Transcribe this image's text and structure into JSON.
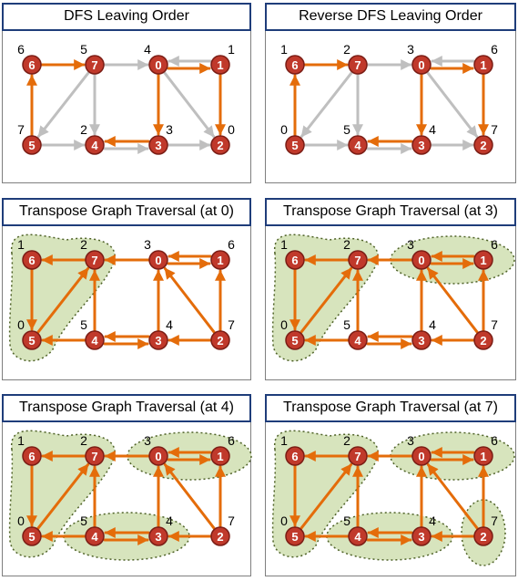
{
  "colors": {
    "node_fill": "#c0392b",
    "node_stroke": "#7b1d15",
    "node_text": "#ffffff",
    "tree_edge": "#e46c0a",
    "non_tree_edge": "#bfbfbf",
    "scc_fill": "#d7e4bd",
    "scc_stroke": "#4f6228",
    "title_border": "#1f3d7a",
    "panel_border": "#7f7f7f"
  },
  "panels": [
    {
      "title": "DFS Leaving Order",
      "nodes": [
        {
          "id": "6",
          "label": "6",
          "order": "6"
        },
        {
          "id": "7",
          "label": "7",
          "order": "5"
        },
        {
          "id": "0",
          "label": "0",
          "order": "4"
        },
        {
          "id": "1",
          "label": "1",
          "order": "1"
        },
        {
          "id": "5",
          "label": "5",
          "order": "7"
        },
        {
          "id": "4",
          "label": "4",
          "order": "2"
        },
        {
          "id": "3",
          "label": "3",
          "order": "3"
        },
        {
          "id": "2",
          "label": "2",
          "order": "0"
        }
      ],
      "edges": [
        {
          "from": "6",
          "to": "7",
          "kind": "tree"
        },
        {
          "from": "0",
          "to": "1",
          "kind": "tree"
        },
        {
          "from": "1",
          "to": "2",
          "kind": "tree"
        },
        {
          "from": "0",
          "to": "3",
          "kind": "tree"
        },
        {
          "from": "3",
          "to": "4",
          "kind": "tree"
        },
        {
          "from": "5",
          "to": "6",
          "kind": "tree"
        },
        {
          "from": "7",
          "to": "0",
          "kind": "other"
        },
        {
          "from": "1",
          "to": "0",
          "kind": "other"
        },
        {
          "from": "7",
          "to": "5",
          "kind": "other"
        },
        {
          "from": "7",
          "to": "4",
          "kind": "other"
        },
        {
          "from": "5",
          "to": "4",
          "kind": "other"
        },
        {
          "from": "4",
          "to": "3",
          "kind": "other"
        },
        {
          "from": "3",
          "to": "2",
          "kind": "other"
        },
        {
          "from": "0",
          "to": "2",
          "kind": "other"
        }
      ],
      "sccs": []
    },
    {
      "title": "Reverse DFS Leaving Order",
      "nodes": [
        {
          "id": "6",
          "label": "6",
          "order": "1"
        },
        {
          "id": "7",
          "label": "7",
          "order": "2"
        },
        {
          "id": "0",
          "label": "0",
          "order": "3"
        },
        {
          "id": "1",
          "label": "1",
          "order": "6"
        },
        {
          "id": "5",
          "label": "5",
          "order": "0"
        },
        {
          "id": "4",
          "label": "4",
          "order": "5"
        },
        {
          "id": "3",
          "label": "3",
          "order": "4"
        },
        {
          "id": "2",
          "label": "2",
          "order": "7"
        }
      ],
      "edges": [
        {
          "from": "6",
          "to": "7",
          "kind": "tree"
        },
        {
          "from": "0",
          "to": "1",
          "kind": "tree"
        },
        {
          "from": "1",
          "to": "2",
          "kind": "tree"
        },
        {
          "from": "0",
          "to": "3",
          "kind": "tree"
        },
        {
          "from": "3",
          "to": "4",
          "kind": "tree"
        },
        {
          "from": "5",
          "to": "6",
          "kind": "tree"
        },
        {
          "from": "7",
          "to": "0",
          "kind": "other"
        },
        {
          "from": "1",
          "to": "0",
          "kind": "other"
        },
        {
          "from": "7",
          "to": "5",
          "kind": "other"
        },
        {
          "from": "7",
          "to": "4",
          "kind": "other"
        },
        {
          "from": "5",
          "to": "4",
          "kind": "other"
        },
        {
          "from": "4",
          "to": "3",
          "kind": "other"
        },
        {
          "from": "3",
          "to": "2",
          "kind": "other"
        },
        {
          "from": "0",
          "to": "2",
          "kind": "other"
        }
      ],
      "sccs": []
    },
    {
      "title": "Transpose Graph Traversal (at 0)",
      "nodes": [
        {
          "id": "6",
          "label": "6",
          "order": "1"
        },
        {
          "id": "7",
          "label": "7",
          "order": "2"
        },
        {
          "id": "0",
          "label": "0",
          "order": "3"
        },
        {
          "id": "1",
          "label": "1",
          "order": "6"
        },
        {
          "id": "5",
          "label": "5",
          "order": "0"
        },
        {
          "id": "4",
          "label": "4",
          "order": "5"
        },
        {
          "id": "3",
          "label": "3",
          "order": "4"
        },
        {
          "id": "2",
          "label": "2",
          "order": "7"
        }
      ],
      "edges": [
        {
          "from": "7",
          "to": "6",
          "kind": "tree"
        },
        {
          "from": "1",
          "to": "0",
          "kind": "tree"
        },
        {
          "from": "2",
          "to": "1",
          "kind": "tree"
        },
        {
          "from": "3",
          "to": "0",
          "kind": "tree"
        },
        {
          "from": "4",
          "to": "3",
          "kind": "tree"
        },
        {
          "from": "6",
          "to": "5",
          "kind": "tree"
        },
        {
          "from": "0",
          "to": "7",
          "kind": "tree"
        },
        {
          "from": "0",
          "to": "1",
          "kind": "tree"
        },
        {
          "from": "5",
          "to": "7",
          "kind": "tree"
        },
        {
          "from": "4",
          "to": "7",
          "kind": "tree"
        },
        {
          "from": "4",
          "to": "5",
          "kind": "tree"
        },
        {
          "from": "3",
          "to": "4",
          "kind": "tree"
        },
        {
          "from": "2",
          "to": "3",
          "kind": "tree"
        },
        {
          "from": "2",
          "to": "0",
          "kind": "tree"
        }
      ],
      "sccs": [
        [
          "6",
          "7",
          "5"
        ]
      ]
    },
    {
      "title": "Transpose Graph Traversal (at 3)",
      "nodes": [
        {
          "id": "6",
          "label": "6",
          "order": "1"
        },
        {
          "id": "7",
          "label": "7",
          "order": "2"
        },
        {
          "id": "0",
          "label": "0",
          "order": "3"
        },
        {
          "id": "1",
          "label": "1",
          "order": "6"
        },
        {
          "id": "5",
          "label": "5",
          "order": "0"
        },
        {
          "id": "4",
          "label": "4",
          "order": "5"
        },
        {
          "id": "3",
          "label": "3",
          "order": "4"
        },
        {
          "id": "2",
          "label": "2",
          "order": "7"
        }
      ],
      "edges": [
        {
          "from": "7",
          "to": "6",
          "kind": "tree"
        },
        {
          "from": "1",
          "to": "0",
          "kind": "tree"
        },
        {
          "from": "2",
          "to": "1",
          "kind": "tree"
        },
        {
          "from": "3",
          "to": "0",
          "kind": "tree"
        },
        {
          "from": "4",
          "to": "3",
          "kind": "tree"
        },
        {
          "from": "6",
          "to": "5",
          "kind": "tree"
        },
        {
          "from": "0",
          "to": "7",
          "kind": "tree"
        },
        {
          "from": "0",
          "to": "1",
          "kind": "tree"
        },
        {
          "from": "5",
          "to": "7",
          "kind": "tree"
        },
        {
          "from": "4",
          "to": "7",
          "kind": "tree"
        },
        {
          "from": "4",
          "to": "5",
          "kind": "tree"
        },
        {
          "from": "3",
          "to": "4",
          "kind": "tree"
        },
        {
          "from": "2",
          "to": "3",
          "kind": "tree"
        },
        {
          "from": "2",
          "to": "0",
          "kind": "tree"
        }
      ],
      "sccs": [
        [
          "6",
          "7",
          "5"
        ],
        [
          "0",
          "1"
        ]
      ]
    },
    {
      "title": "Transpose Graph Traversal (at 4)",
      "nodes": [
        {
          "id": "6",
          "label": "6",
          "order": "1"
        },
        {
          "id": "7",
          "label": "7",
          "order": "2"
        },
        {
          "id": "0",
          "label": "0",
          "order": "3"
        },
        {
          "id": "1",
          "label": "1",
          "order": "6"
        },
        {
          "id": "5",
          "label": "5",
          "order": "0"
        },
        {
          "id": "4",
          "label": "4",
          "order": "5"
        },
        {
          "id": "3",
          "label": "3",
          "order": "4"
        },
        {
          "id": "2",
          "label": "2",
          "order": "7"
        }
      ],
      "edges": [
        {
          "from": "7",
          "to": "6",
          "kind": "tree"
        },
        {
          "from": "1",
          "to": "0",
          "kind": "tree"
        },
        {
          "from": "2",
          "to": "1",
          "kind": "tree"
        },
        {
          "from": "3",
          "to": "0",
          "kind": "tree"
        },
        {
          "from": "4",
          "to": "3",
          "kind": "tree"
        },
        {
          "from": "6",
          "to": "5",
          "kind": "tree"
        },
        {
          "from": "0",
          "to": "7",
          "kind": "tree"
        },
        {
          "from": "0",
          "to": "1",
          "kind": "tree"
        },
        {
          "from": "5",
          "to": "7",
          "kind": "tree"
        },
        {
          "from": "4",
          "to": "7",
          "kind": "tree"
        },
        {
          "from": "4",
          "to": "5",
          "kind": "tree"
        },
        {
          "from": "3",
          "to": "4",
          "kind": "tree"
        },
        {
          "from": "2",
          "to": "3",
          "kind": "tree"
        },
        {
          "from": "2",
          "to": "0",
          "kind": "tree"
        }
      ],
      "sccs": [
        [
          "6",
          "7",
          "5"
        ],
        [
          "0",
          "1"
        ],
        [
          "4",
          "3"
        ]
      ]
    },
    {
      "title": "Transpose Graph Traversal (at 7)",
      "nodes": [
        {
          "id": "6",
          "label": "6",
          "order": "1"
        },
        {
          "id": "7",
          "label": "7",
          "order": "2"
        },
        {
          "id": "0",
          "label": "0",
          "order": "3"
        },
        {
          "id": "1",
          "label": "1",
          "order": "6"
        },
        {
          "id": "5",
          "label": "5",
          "order": "0"
        },
        {
          "id": "4",
          "label": "4",
          "order": "5"
        },
        {
          "id": "3",
          "label": "3",
          "order": "4"
        },
        {
          "id": "2",
          "label": "2",
          "order": "7"
        }
      ],
      "edges": [
        {
          "from": "7",
          "to": "6",
          "kind": "tree"
        },
        {
          "from": "1",
          "to": "0",
          "kind": "tree"
        },
        {
          "from": "2",
          "to": "1",
          "kind": "tree"
        },
        {
          "from": "3",
          "to": "0",
          "kind": "tree"
        },
        {
          "from": "4",
          "to": "3",
          "kind": "tree"
        },
        {
          "from": "6",
          "to": "5",
          "kind": "tree"
        },
        {
          "from": "0",
          "to": "7",
          "kind": "tree"
        },
        {
          "from": "0",
          "to": "1",
          "kind": "tree"
        },
        {
          "from": "5",
          "to": "7",
          "kind": "tree"
        },
        {
          "from": "4",
          "to": "7",
          "kind": "tree"
        },
        {
          "from": "4",
          "to": "5",
          "kind": "tree"
        },
        {
          "from": "3",
          "to": "4",
          "kind": "tree"
        },
        {
          "from": "2",
          "to": "3",
          "kind": "tree"
        },
        {
          "from": "2",
          "to": "0",
          "kind": "tree"
        }
      ],
      "sccs": [
        [
          "6",
          "7",
          "5"
        ],
        [
          "0",
          "1"
        ],
        [
          "4",
          "3"
        ],
        [
          "2"
        ]
      ]
    }
  ]
}
